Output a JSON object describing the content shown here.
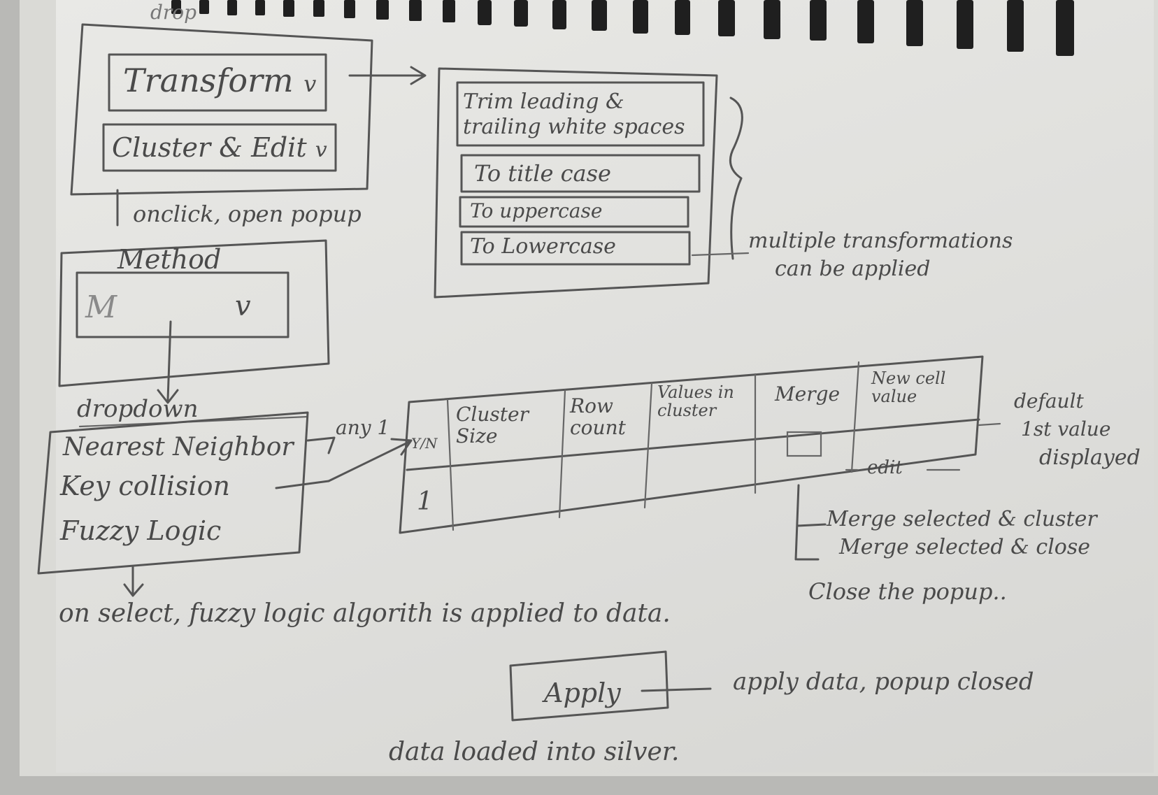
{
  "top_label": "drop",
  "dropdown_panel": {
    "transform_label": "Transform",
    "cluster_edit_label": "Cluster & Edit",
    "chevron": "v"
  },
  "transform_menu": {
    "items": [
      "Trim leading & trailing white spaces",
      "To title case",
      "To uppercase",
      "To Lowercase"
    ],
    "note_line1": "multiple transformations",
    "note_line2": "can be applied"
  },
  "onclick_note": "onclick, open popup",
  "method_box": {
    "title": "Method",
    "select_placeholder": "M",
    "chevron": "v"
  },
  "dropdown_label": "dropdown",
  "method_options": [
    "Nearest Neighbor",
    "Key collision",
    "Fuzzy Logic"
  ],
  "any_one_label": "any 1",
  "cluster_table": {
    "headers": [
      "Y/N",
      "Cluster Size",
      "Row count",
      "Values in cluster",
      "Merge",
      "New cell value"
    ],
    "first_row_value": "1",
    "edit_label": "edit",
    "side_note_line1": "default",
    "side_note_line2": "1st value",
    "side_note_line3": "displayed"
  },
  "merge_actions": [
    "Merge selected & cluster",
    "Merge selected & close",
    "Close the popup.."
  ],
  "on_select_note": "on select, fuzzy logic algorith is applied to data.",
  "apply_button_label": "Apply",
  "apply_note": "apply data, popup closed",
  "bottom_note": "data loaded into silver."
}
